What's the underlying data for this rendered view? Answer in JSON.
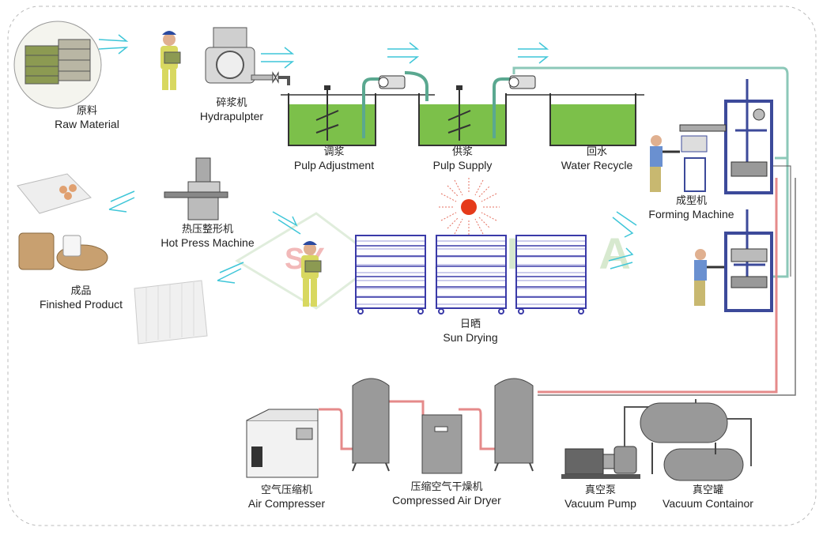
{
  "colors": {
    "pulp_green": "#7cc04a",
    "tank_line": "#333333",
    "air_pipe": "#e58a8a",
    "water_pipe": "#8cc8b8",
    "arrow_cyan": "#3fc6d8",
    "sun": "#e53a1a",
    "rack_blue": "#3a3aa8",
    "frame_blue": "#3c4a9a",
    "watermark": "#b8d8a8"
  },
  "watermark_text": "NAIHUA",
  "icons": [
    "raw-material-bales-icon",
    "worker-icon",
    "hydrapulpter-icon",
    "mixer-tank-icon",
    "pump-icon",
    "sun-icon",
    "drying-rack-icon",
    "forming-machine-icon",
    "hot-press-icon",
    "egg-tray-icon",
    "air-compressor-icon",
    "air-tank-icon",
    "air-dryer-icon",
    "vacuum-pump-icon",
    "vacuum-tank-icon"
  ],
  "labels": {
    "raw_material": {
      "cn": "原料",
      "en": "Raw Material"
    },
    "hydrapulpter": {
      "cn": "碎浆机",
      "en": "Hydrapulpter"
    },
    "pulp_adjustment": {
      "cn": "调浆",
      "en": "Pulp Adjustment"
    },
    "pulp_supply": {
      "cn": "供浆",
      "en": "Pulp Supply"
    },
    "water_recycle": {
      "cn": "回水",
      "en": "Water Recycle"
    },
    "forming_machine": {
      "cn": "成型机",
      "en": "Forming Machine"
    },
    "sun_drying": {
      "cn": "日晒",
      "en": "Sun  Drying"
    },
    "hot_press": {
      "cn": "热压整形机",
      "en": "Hot Press Machine"
    },
    "finished_product": {
      "cn": "成品",
      "en": "Finished Product"
    },
    "air_compressor": {
      "cn": "空气压缩机",
      "en": "Air Compresser"
    },
    "air_dryer": {
      "cn": "压缩空气干燥机",
      "en": "Compressed Air Dryer"
    },
    "vacuum_pump": {
      "cn": "真空泵",
      "en": "Vacuum Pump"
    },
    "vacuum_container": {
      "cn": "真空罐",
      "en": "Vacuum Containor"
    }
  }
}
